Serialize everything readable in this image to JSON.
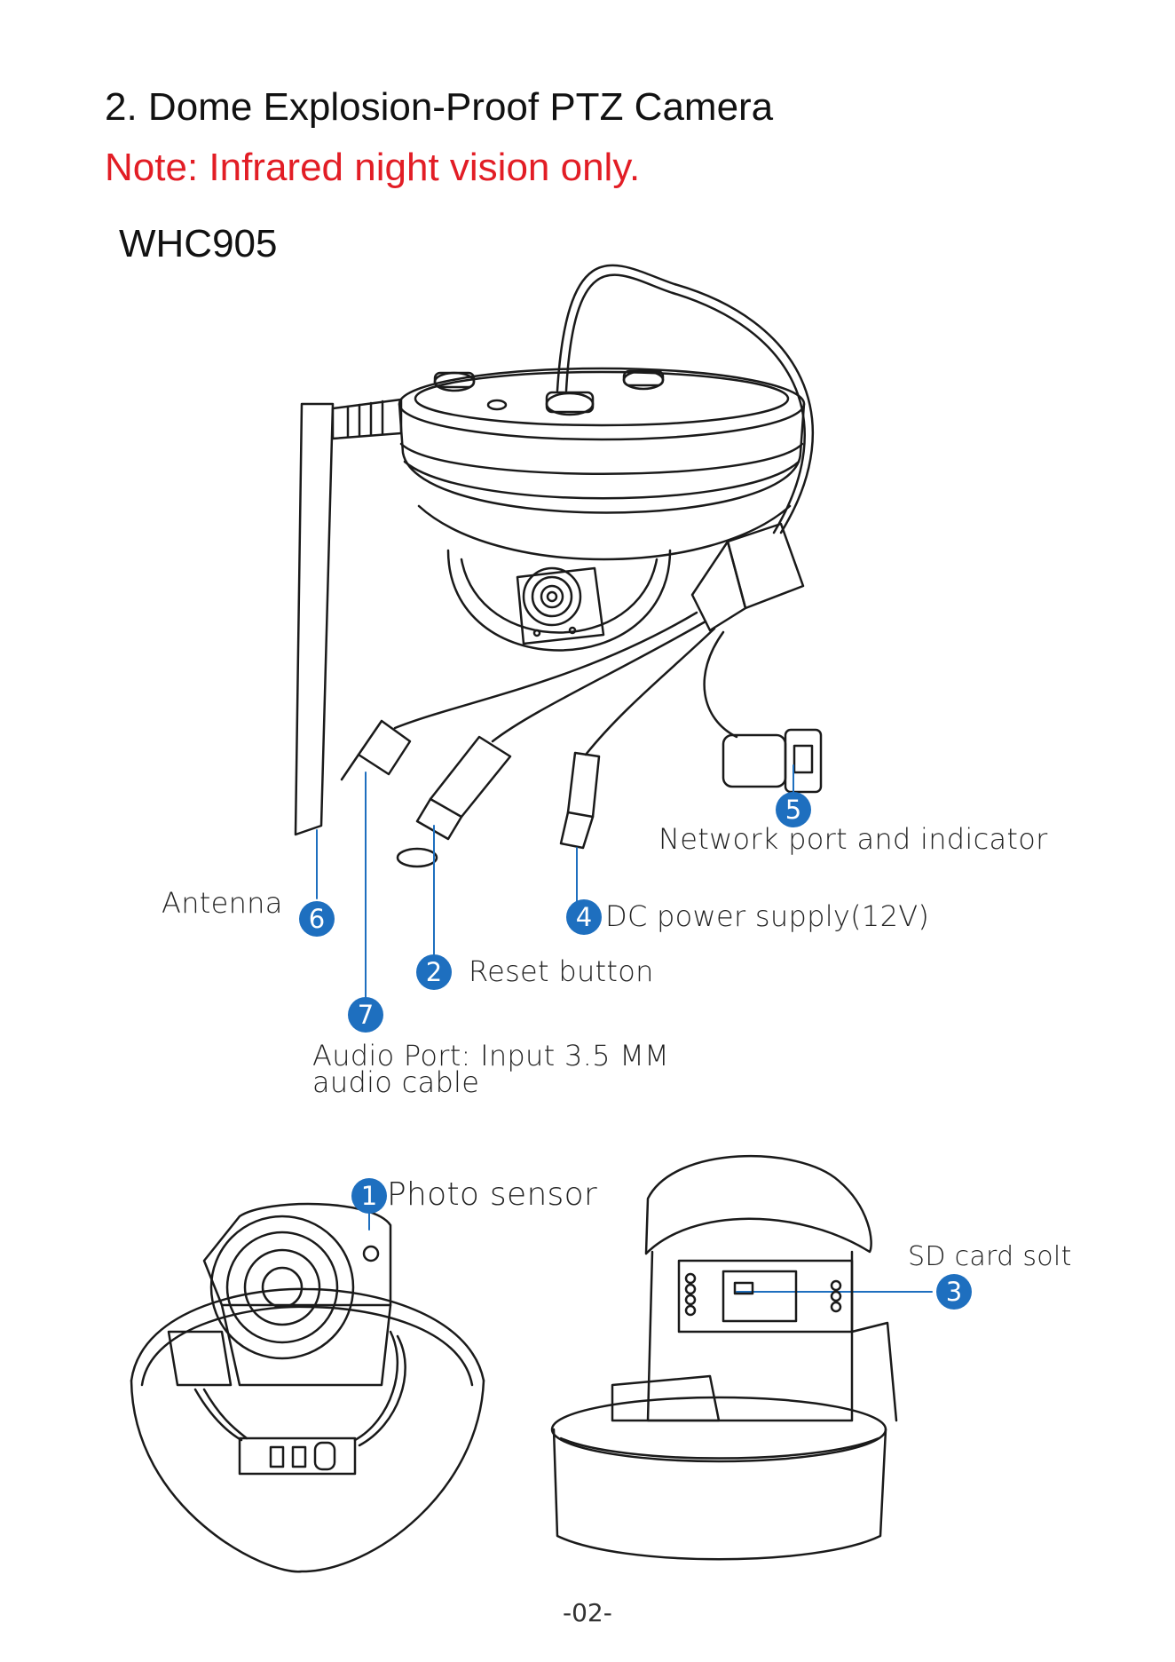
{
  "header": {
    "title": "2. Dome Explosion-Proof PTZ Camera",
    "note": "Note: Infrared night vision only.",
    "model": "WHC905"
  },
  "callouts": [
    {
      "number": "5",
      "label": "Network port and indicator"
    },
    {
      "number": "6",
      "label": "Antenna"
    },
    {
      "number": "4",
      "label": "DC power supply(12V)"
    },
    {
      "number": "2",
      "label": "Reset button"
    },
    {
      "number": "7",
      "label_line1": "Audio Port: Input 3.5 MM",
      "label_line2": "audio cable"
    },
    {
      "number": "1",
      "label": "Photo sensor"
    },
    {
      "number": "3",
      "label": "SD card solt"
    }
  ],
  "footer": {
    "page": "-02-"
  },
  "colors": {
    "accent": "#1e6fbf",
    "note": "#e21d25"
  }
}
